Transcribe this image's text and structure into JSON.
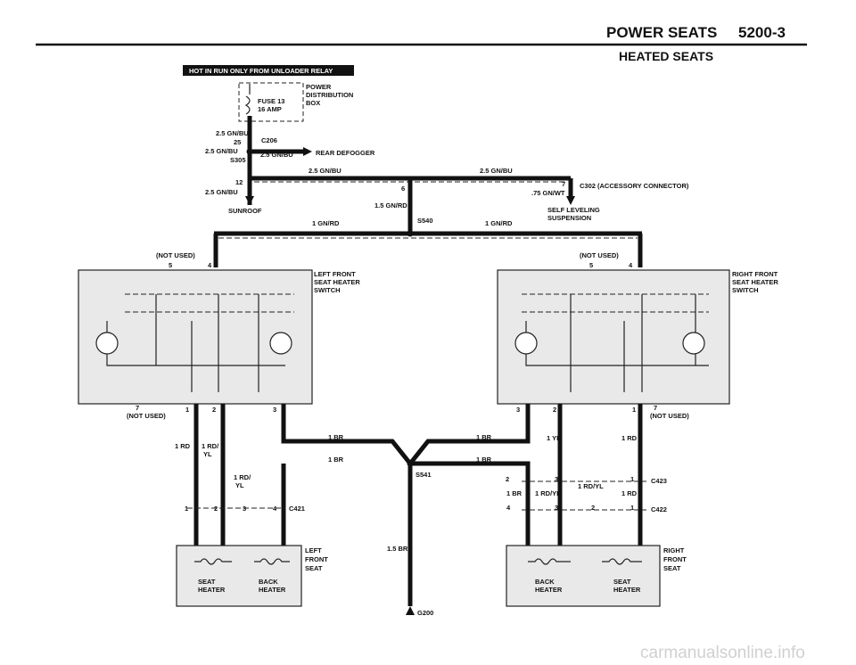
{
  "header": {
    "section": "POWER SEATS",
    "page": "5200-3",
    "subtitle": "HEATED SEATS"
  },
  "banner": "HOT IN RUN ONLY FROM UNLOADER RELAY",
  "power_box": {
    "fuse": "FUSE 13",
    "amp": "16 AMP",
    "title_lines": [
      "POWER",
      "DISTRIBUTION",
      "BOX"
    ]
  },
  "top_wires": {
    "gn_bu_1": "2.5 GN/BU",
    "pin_25": "25",
    "c206": "C206",
    "gn_bu_2": "2.5 GN/BU",
    "s305": "S305",
    "gn_bu_3": "2.5 GN/BU",
    "rear_defogger": "REAR DEFOGGER",
    "gn_bu_4": "2.5 GN/BU",
    "gn_bu_5": "2.5 GN/BU",
    "pin_12": "12",
    "gn_bu_6": "2.5 GN/BU",
    "sunroof": "SUNROOF",
    "pin_6": "6",
    "gn_rd": "1.5 GN/RD",
    "pin_7": "7",
    "c302": "C302",
    "accessory": "(ACCESSORY CONNECTOR)",
    "gn_wt": ".75 GN/WT",
    "self_leveling_1": "SELF LEVELING",
    "self_leveling_2": "SUSPENSION",
    "gn_rd_left": "1 GN/RD",
    "s540": "S540",
    "gn_rd_right": "1 GN/RD"
  },
  "left_switch": {
    "not_used_top": "(NOT USED)",
    "pin_5": "5",
    "pin_4": "4",
    "title_lines": [
      "LEFT FRONT",
      "SEAT HEATER",
      "SWITCH"
    ],
    "pin_7": "7",
    "not_used_bottom": "(NOT USED)",
    "pin_1": "1",
    "pin_2": "2",
    "pin_3": "3"
  },
  "right_switch": {
    "not_used_top": "(NOT USED)",
    "pin_5": "5",
    "pin_4": "4",
    "title_lines": [
      "RIGHT FRONT",
      "SEAT HEATER",
      "SWITCH"
    ],
    "pin_3": "3",
    "pin_2": "2",
    "pin_1": "1",
    "pin_7": "7",
    "not_used_bottom": "(NOT USED)"
  },
  "middle_wires": {
    "br_1": "1 BR",
    "br_2": "1 BR",
    "br_3": "1 BR",
    "br_4": "1 BR",
    "s541": "S541",
    "br_15": "1.5 BR",
    "g200": "G200",
    "left_rd": "1 RD",
    "left_rd_yl_a": "1 RD/",
    "left_yl_a": "YL",
    "left_rd_yl_b": "1 RD/",
    "left_yl_b": "YL",
    "right_yl": "1 YL",
    "right_rd": "1 RD",
    "right_rd_yl_top": "1 RD/YL",
    "right_br": "1 BR",
    "right_rd_yl": "1 RD/YL",
    "right_rd_2": "1 RD"
  },
  "left_c421": {
    "pin_1": "1",
    "pin_2": "2",
    "pin_3": "3",
    "pin_4": "4",
    "label": "C421"
  },
  "right_c423": {
    "pin_2": "2",
    "pin_3": "3",
    "pin_1": "1",
    "label": "C423"
  },
  "right_c422": {
    "pin_4": "4",
    "pin_3": "3",
    "pin_2": "2",
    "pin_1": "1",
    "label": "C422"
  },
  "left_seat": {
    "title_lines": [
      "LEFT",
      "FRONT",
      "SEAT"
    ],
    "heater_a_lines": [
      "SEAT",
      "HEATER"
    ],
    "heater_b_lines": [
      "BACK",
      "HEATER"
    ]
  },
  "right_seat": {
    "title_lines": [
      "RIGHT",
      "FRONT",
      "SEAT"
    ],
    "heater_a_lines": [
      "BACK",
      "HEATER"
    ],
    "heater_b_lines": [
      "SEAT",
      "HEATER"
    ]
  },
  "watermark": "carmanualsonline.info"
}
